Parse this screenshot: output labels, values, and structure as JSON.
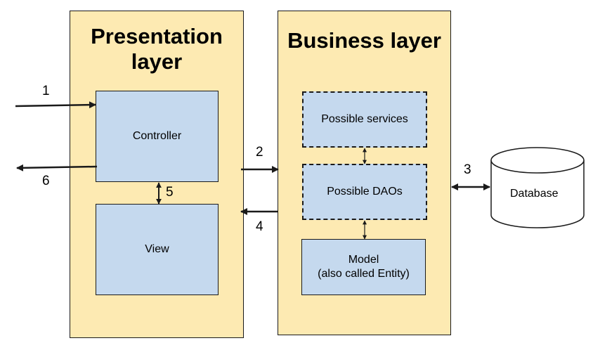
{
  "presentation_layer": {
    "title": "Presentation\nlayer",
    "controller": "Controller",
    "view": "View"
  },
  "business_layer": {
    "title": "Business layer",
    "services": "Possible services",
    "daos": "Possible DAOs",
    "model": "Model\n(also called Entity)"
  },
  "database": {
    "label": "Database"
  },
  "arrow_numbers": [
    "1",
    "2",
    "3",
    "4",
    "5",
    "6"
  ],
  "colors": {
    "layer_fill": "#fdeab2",
    "box_fill": "#c5d9ee",
    "stroke": "#1a1a1a"
  }
}
